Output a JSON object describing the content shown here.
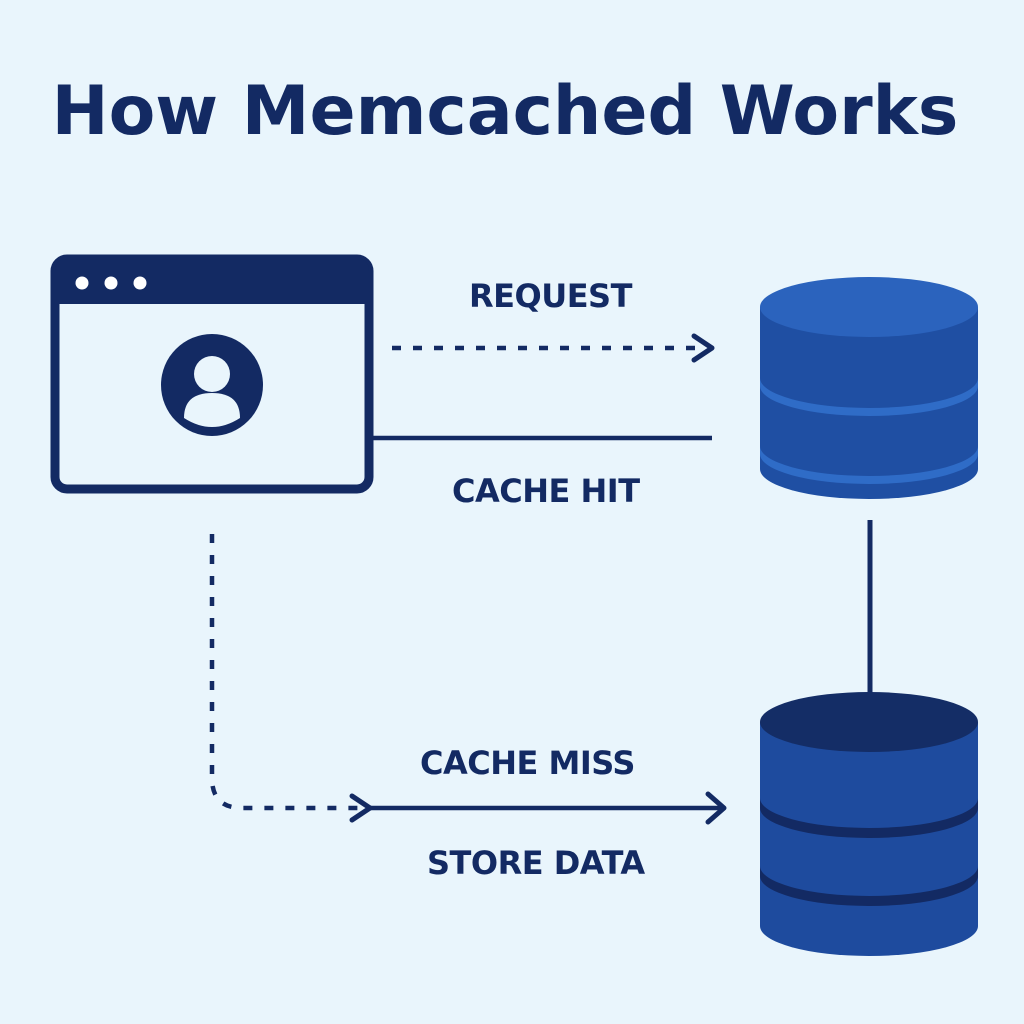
{
  "title": "How Memcached Works",
  "labels": {
    "request": "REQUEST",
    "cache_hit": "CACHE HIT",
    "cache_miss": "CACHE MISS",
    "store_data": "STORE DATA"
  },
  "icons": {
    "client": "browser-window-user-icon",
    "cache": "memcached-server-database-icon",
    "database": "database-icon"
  },
  "colors": {
    "background": "#e9f5fc",
    "navy": "#132a63",
    "cache_blue": "#1f4fa3",
    "cache_top": "#2b63bd",
    "db_blue": "#1e4b9e",
    "db_top": "#142d66"
  }
}
